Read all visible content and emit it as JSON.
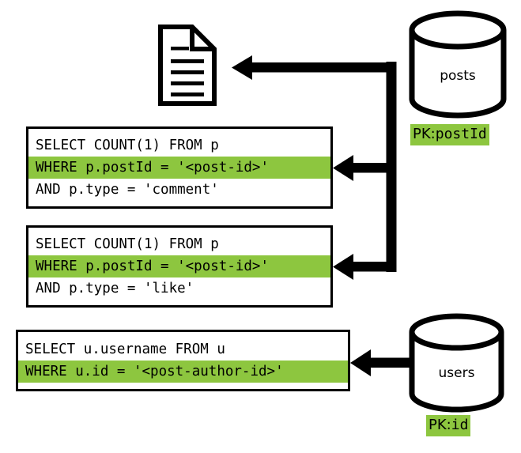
{
  "diagram": {
    "title": "Query fan-out diagram: post document assembled from posts and users tables",
    "accent_green": "#8DC63F",
    "stroke_black": "#000000",
    "background": "#FFFFFF"
  },
  "document_node": {
    "icon": "document-icon",
    "label": ""
  },
  "databases": [
    {
      "id": "posts",
      "name": "posts",
      "pk_prefix": "PK:",
      "pk_field": "postId"
    },
    {
      "id": "users",
      "name": "users",
      "pk_prefix": "PK:",
      "pk_field": "id"
    }
  ],
  "queries": [
    {
      "id": "comment-count",
      "lines": [
        {
          "text": "SELECT COUNT(1) FROM p",
          "highlighted": false
        },
        {
          "text": "WHERE p.postId = '<post-id>'",
          "highlighted": true
        },
        {
          "text": "AND p.type = 'comment'",
          "highlighted": false
        }
      ]
    },
    {
      "id": "like-count",
      "lines": [
        {
          "text": "SELECT COUNT(1) FROM p",
          "highlighted": false
        },
        {
          "text": "WHERE p.postId = '<post-id>'",
          "highlighted": true
        },
        {
          "text": "AND p.type = 'like'",
          "highlighted": false
        }
      ]
    },
    {
      "id": "author-username",
      "lines": [
        {
          "text": "SELECT u.username FROM u",
          "highlighted": false
        },
        {
          "text": "WHERE u.id = '<post-author-id>'",
          "highlighted": true
        }
      ]
    }
  ],
  "arrows": [
    {
      "id": "posts-to-document",
      "from": "posts",
      "to": "document-node"
    },
    {
      "id": "posts-to-comment-count",
      "from": "posts",
      "to": "comment-count"
    },
    {
      "id": "posts-to-like-count",
      "from": "posts",
      "to": "like-count"
    },
    {
      "id": "users-to-author-username",
      "from": "users",
      "to": "author-username"
    }
  ]
}
